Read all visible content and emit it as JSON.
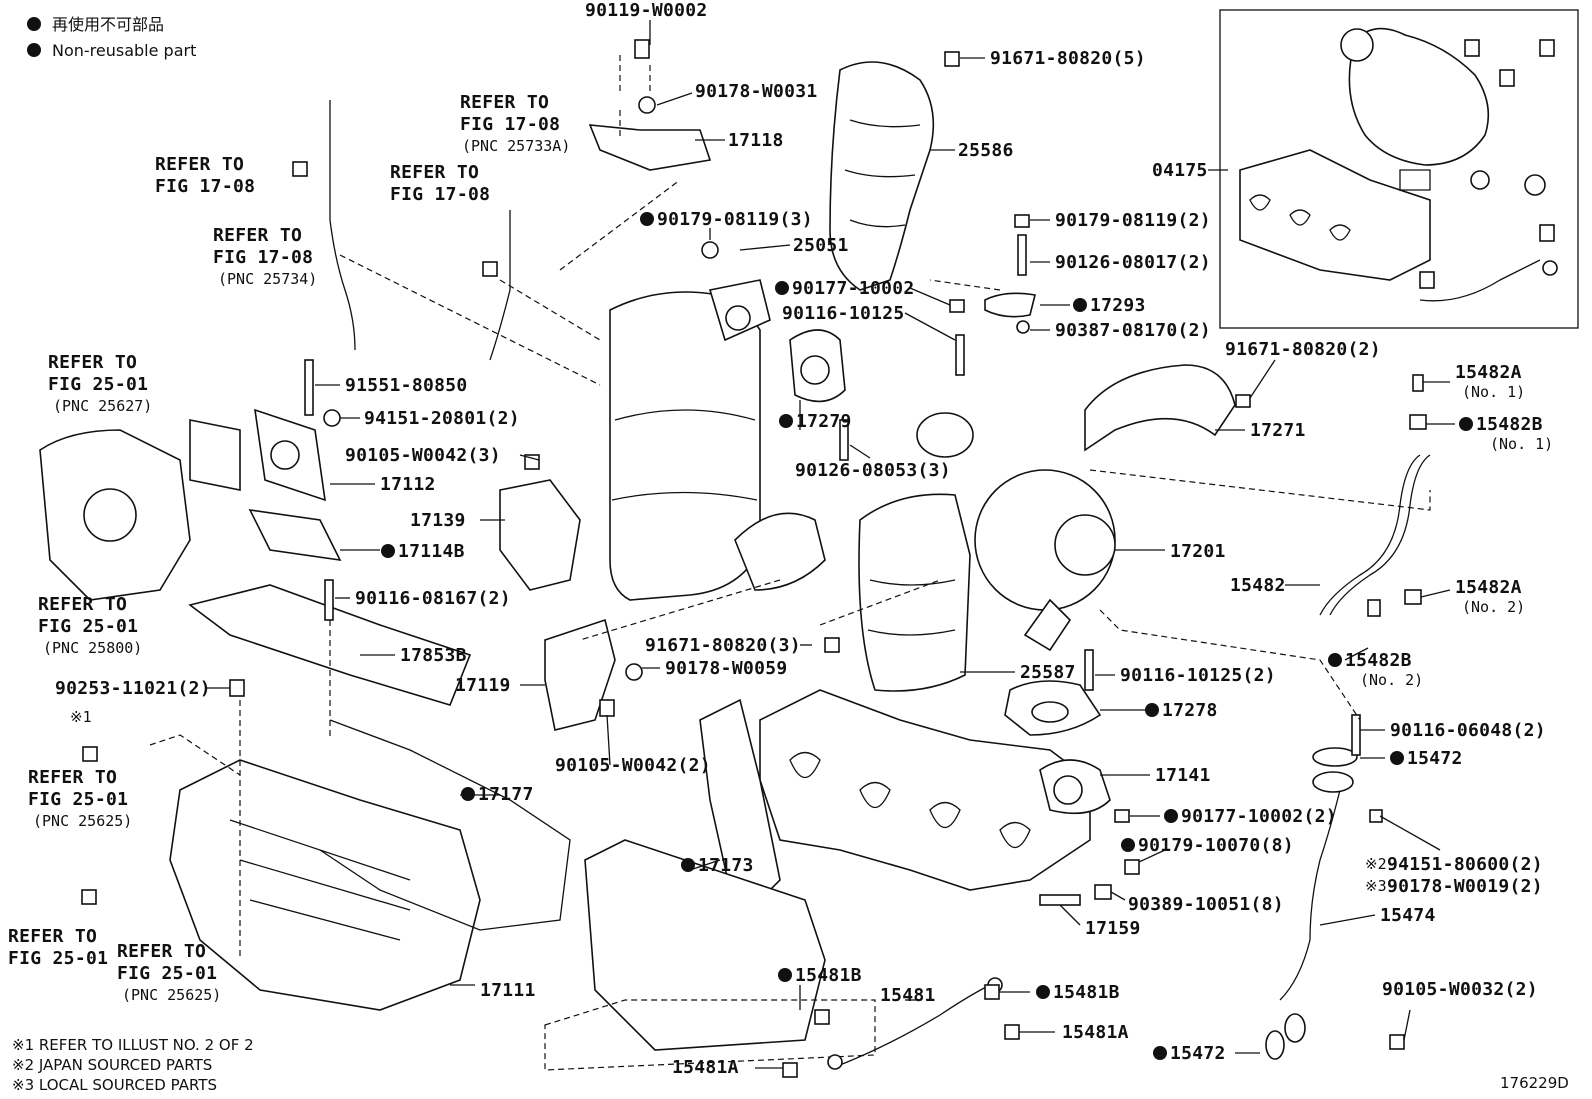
{
  "legend": {
    "jp_text": "再使用不可部品",
    "en_text": "Non-reusable part"
  },
  "diagram_id": "176229D",
  "notes": [
    "※1  REFER TO ILLUST NO. 2 OF 2",
    "※2 JAPAN SOURCED PARTS",
    "※3 LOCAL SOURCED PARTS"
  ],
  "refers": {
    "r1": [
      "REFER TO",
      "FIG 17-08"
    ],
    "r2": [
      "REFER TO",
      "FIG 17-08",
      "(PNC 25734)"
    ],
    "r3": [
      "REFER TO",
      "FIG 17-08"
    ],
    "r4": [
      "REFER TO",
      "FIG 17-08",
      "(PNC 25733A)"
    ],
    "r5": [
      "REFER TO",
      "FIG 25-01",
      "(PNC 25627)"
    ],
    "r6": [
      "REFER TO",
      "FIG 25-01",
      "(PNC 25800)"
    ],
    "r7": [
      "REFER TO",
      "FIG 25-01",
      "(PNC 25625)"
    ],
    "r8": [
      "REFER TO",
      "FIG 25-01"
    ],
    "r9": [
      "REFER TO",
      "FIG 25-01",
      "(PNC 25625)"
    ]
  },
  "parts": {
    "p90119_W0002": "90119-W0002",
    "p90178_W0031": "90178-W0031",
    "p17118": "17118",
    "p91671_80820_5": "91671-80820(5)",
    "p25586": "25586",
    "p04175": "04175",
    "p90179_08119_3": "90179-08119(3)",
    "p25051": "25051",
    "p90179_08119_2": "90179-08119(2)",
    "p90126_08017_2": "90126-08017(2)",
    "p90177_10002": "90177-10002",
    "p90116_10125": "90116-10125",
    "p17293": "17293",
    "p90387_08170_2": "90387-08170(2)",
    "p91671_80820_2": "91671-80820(2)",
    "p15482A_1": "15482A",
    "p15482A_1_sub": "(No. 1)",
    "p15482B_1": "15482B",
    "p15482B_1_sub": "(No. 1)",
    "p91551_80850": "91551-80850",
    "p94151_20801_2": "94151-20801(2)",
    "p90105_W0042_3": "90105-W0042(3)",
    "p17112": "17112",
    "p17279": "17279",
    "p90126_08053_3": "90126-08053(3)",
    "p17271": "17271",
    "p17139": "17139",
    "p17114B": "17114B",
    "p17201": "17201",
    "p15482": "15482",
    "p15482A_2": "15482A",
    "p15482A_2_sub": "(No. 2)",
    "p90116_08167_2": "90116-08167(2)",
    "p17853B": "17853B",
    "p91671_80820_3": "91671-80820(3)",
    "p90178_W0059": "90178-W0059",
    "p17119": "17119",
    "p25587": "25587",
    "p90116_10125_2": "90116-10125(2)",
    "p15482B_2": "15482B",
    "p15482B_2_sub": "(No. 2)",
    "p90253_11021_2": "90253-11021(2)",
    "p17278": "17278",
    "p90116_06048_2": "90116-06048(2)",
    "p90105_W0042_2": "90105-W0042(2)",
    "p15472_a": "15472",
    "p17141": "17141",
    "p17177": "17177",
    "p90177_10002_2": "90177-10002(2)",
    "p90179_10070_8": "90179-10070(8)",
    "p94151_80600_2": "94151-80600(2)",
    "p90178_W0019_2": "90178-W0019(2)",
    "p17173": "17173",
    "p90389_10051_8": "90389-10051(8)",
    "p17159": "17159",
    "p15474": "15474",
    "p15481B_a": "15481B",
    "p15481": "15481",
    "p15481B_b": "15481B",
    "p90105_W0032_2": "90105-W0032(2)",
    "p17111": "17111",
    "p15481A_a": "15481A",
    "p15481A_b": "15481A",
    "p15472_b": "15472",
    "note1_mark": "※1",
    "note2_mark": "※2",
    "note3_mark": "※3"
  }
}
